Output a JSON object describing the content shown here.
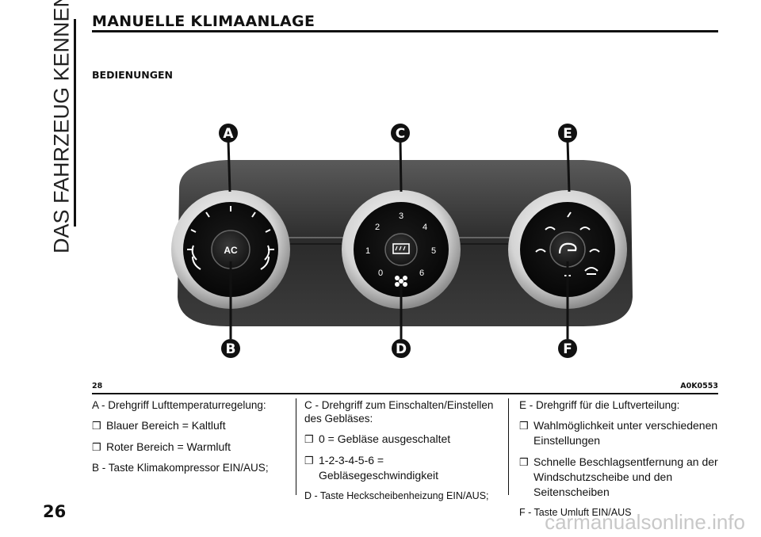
{
  "side_tab": {
    "text": "DAS FAHRZEUG KENNEN"
  },
  "header": {
    "title": "MANUELLE KLIMAANLAGE",
    "subtitle": "BEDIENUNGEN"
  },
  "figure": {
    "label_number": "28",
    "label_code": "A0K0553",
    "callouts": [
      "A",
      "C",
      "E",
      "B",
      "D",
      "F"
    ],
    "knob_a": {
      "button_label": "AC"
    },
    "knob_c": {
      "scale": [
        "0",
        "1",
        "2",
        "3",
        "4",
        "5",
        "6"
      ]
    }
  },
  "columns": {
    "left": {
      "a": "A - Drehgriff Lufttemperaturregelung:",
      "a_bullets": [
        "Blauer Bereich = Kaltluft",
        "Roter Bereich = Warmluft"
      ],
      "b": "B - Taste Klimakompressor EIN/AUS;"
    },
    "middle": {
      "c": "C - Drehgriff zum Einschalten/Einstellen des Gebläses:",
      "c_bullets": [
        "0 = Gebläse ausgeschaltet",
        "1-2-3-4-5-6 = Gebläsegeschwindigkeit"
      ],
      "d": "D - Taste Heckscheibenheizung EIN/AUS;"
    },
    "right": {
      "e": "E - Drehgriff für die Luftverteilung:",
      "e_bullets": [
        "Wahlmöglichkeit unter verschiedenen Einstellungen",
        "Schnelle Beschlagsentfernung an der Windschutzscheibe und den Seitenscheiben"
      ],
      "f": "F - Taste Umluft EIN/AUS"
    },
    "bullet_glyph": "❒"
  },
  "page": {
    "number": "26"
  },
  "watermark": {
    "text": "carmanualsonline.info"
  }
}
